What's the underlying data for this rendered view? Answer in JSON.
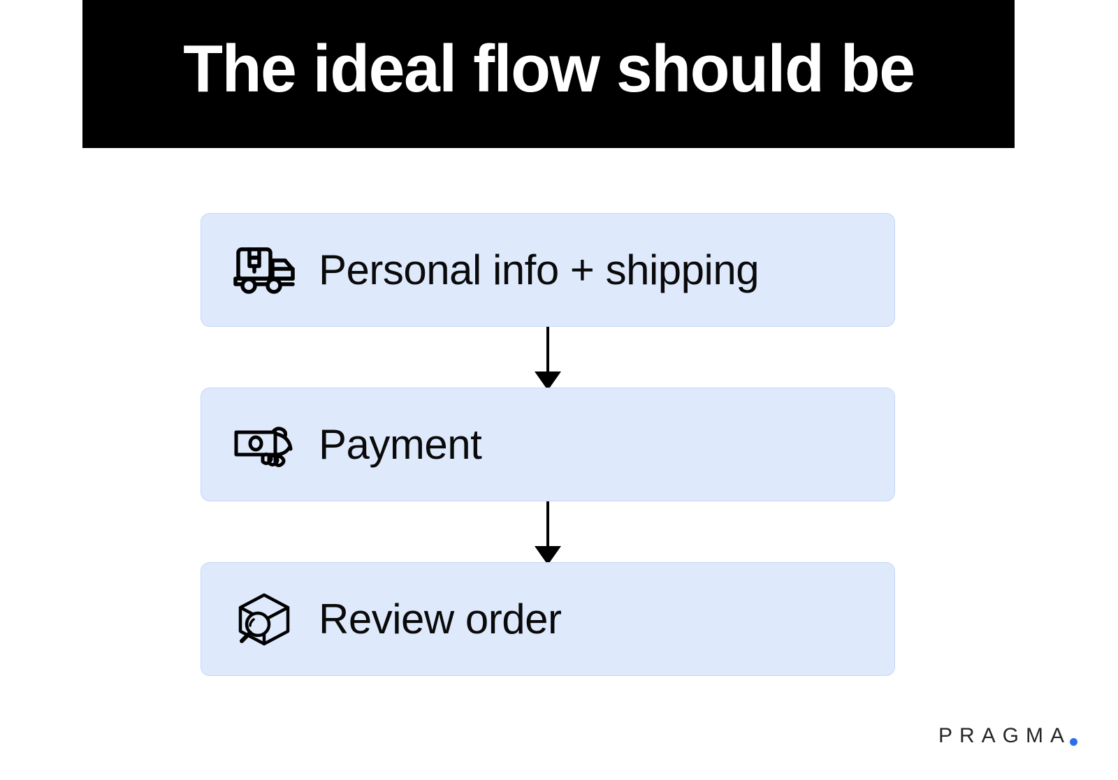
{
  "slide": {
    "title": "The ideal flow should be",
    "background_color": "#ffffff",
    "banner_color": "#000000",
    "title_color": "#ffffff"
  },
  "flow": {
    "card_background": "#dee9fc",
    "card_border": "#c5d8f6",
    "arrow_color": "#000000",
    "steps": [
      {
        "label": "Personal info + shipping",
        "icon": "delivery-truck-icon"
      },
      {
        "label": "Payment",
        "icon": "hand-holding-cash-icon"
      },
      {
        "label": "Review order",
        "icon": "cube-magnifier-icon"
      }
    ]
  },
  "brand": {
    "name": "PRAGMA",
    "dot_color": "#2b6fef",
    "text_color": "#262626"
  }
}
